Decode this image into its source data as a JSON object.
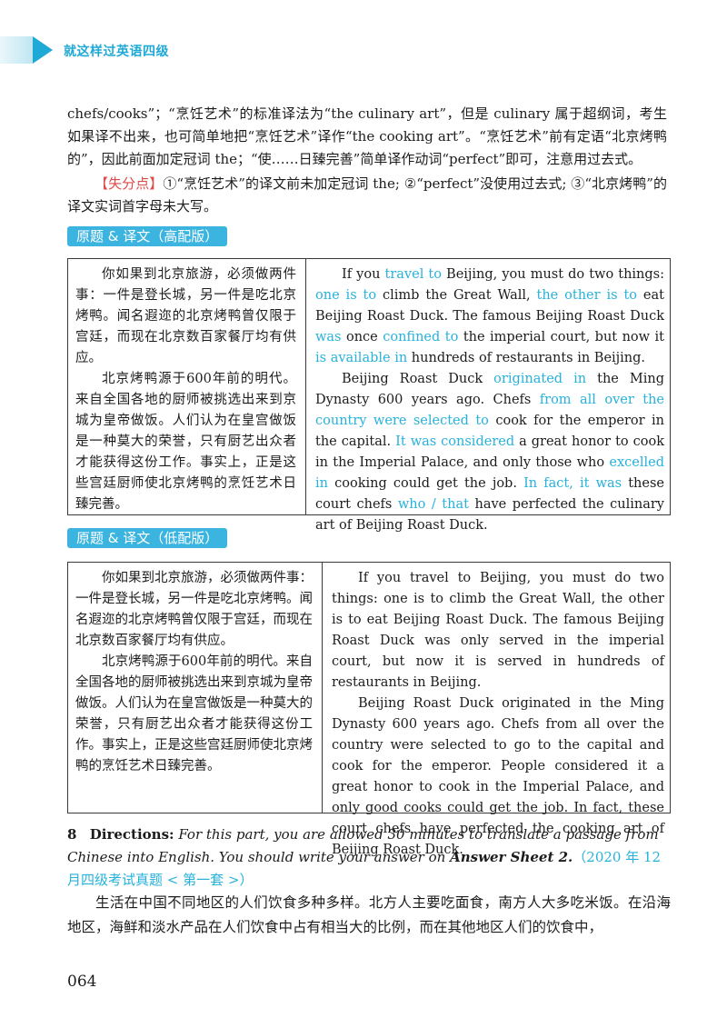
{
  "header": {
    "title": "就这样过英语四级"
  },
  "intro": {
    "line": "chefs/cooks”；“烹饪艺术”的标准译法为“the culinary art”，但是 culinary 属于超纲词，考生如果译不出来，也可简单地把“烹饪艺术”译作“the cooking art”。“烹饪艺术”前有定语“北京烤鸭的”，因此前面加定冠词 the；“使……日臻完善”简单译作动词“perfect”即可，注意用过去式。"
  },
  "loss": {
    "label": "【失分点】",
    "text": "①“烹饪艺术”的译文前未加定冠词 the; ②“perfect”没使用过去式; ③“北京烤鸭”的译文实词首字母未大写。"
  },
  "sec_high": {
    "label": "原题 & 译文（高配版）"
  },
  "high": {
    "cn1": "你如果到北京旅游，必须做两件事：一件是登长城，另一件是吃北京烤鸭。闻名遐迩的北京烤鸭曾仅限于宫廷，而现在北京数百家餐厅均有供应。",
    "cn2": "北京烤鸭源于600年前的明代。来自全国各地的厨师被挑选出来到京城为皇帝做饭。人们认为在皇宫做饭是一种莫大的荣誉，只有厨艺出众者才能获得这份工作。事实上，正是这些宫廷厨师使北京烤鸭的烹饪艺术日臻完善。",
    "en1": [
      {
        "t": "If you ",
        "h": false
      },
      {
        "t": "travel to",
        "h": true
      },
      {
        "t": " Beijing, you must do two things: ",
        "h": false
      },
      {
        "t": "one is to",
        "h": true
      },
      {
        "t": " climb the Great Wall, ",
        "h": false
      },
      {
        "t": "the other is to",
        "h": true
      },
      {
        "t": " eat Beijing Roast Duck. The famous Beijing Roast Duck ",
        "h": false
      },
      {
        "t": "was",
        "h": true
      },
      {
        "t": " once ",
        "h": false
      },
      {
        "t": "confined to",
        "h": true
      },
      {
        "t": " the imperial court, but now it ",
        "h": false
      },
      {
        "t": "is available in",
        "h": true
      },
      {
        "t": " hundreds of restaurants in Beijing.",
        "h": false
      }
    ],
    "en2": [
      {
        "t": "Beijing Roast Duck ",
        "h": false
      },
      {
        "t": "originated in",
        "h": true
      },
      {
        "t": " the Ming Dynasty 600 years ago. Chefs ",
        "h": false
      },
      {
        "t": "from all over the country were selected to",
        "h": true
      },
      {
        "t": " cook for the emperor in the capital. ",
        "h": false
      },
      {
        "t": "It was considered",
        "h": true
      },
      {
        "t": " a great honor to cook in the Imperial Palace, and only those who ",
        "h": false
      },
      {
        "t": "excelled in",
        "h": true
      },
      {
        "t": " cooking could get the job. ",
        "h": false
      },
      {
        "t": "In fact, it was",
        "h": true
      },
      {
        "t": " these court chefs ",
        "h": false
      },
      {
        "t": "who / that",
        "h": true
      },
      {
        "t": " have perfected the culinary art of Beijing Roast Duck.",
        "h": false
      }
    ]
  },
  "sec_low": {
    "label": "原题 & 译文（低配版）"
  },
  "low": {
    "cn1": "你如果到北京旅游，必须做两件事：一件是登长城，另一件是吃北京烤鸭。闻名遐迩的北京烤鸭曾仅限于宫廷，而现在北京数百家餐厅均有供应。",
    "cn2": "北京烤鸭源于600年前的明代。来自全国各地的厨师被挑选出来到京城为皇帝做饭。人们认为在皇宫做饭是一种莫大的荣誉，只有厨艺出众者才能获得这份工作。事实上，正是这些宫廷厨师使北京烤鸭的烹饪艺术日臻完善。",
    "en1": "If you travel to Beijing, you must do two things: one is to climb the Great Wall, the other is to eat Beijing Roast Duck. The famous Beijing Roast Duck was only served in the imperial court, but now it is served in hundreds of restaurants in Beijing.",
    "en2": "Beijing Roast Duck originated in the Ming Dynasty 600 years ago. Chefs from all over the country were selected to go to the capital and cook for the emperor. People considered it a great honor to cook in the Imperial Palace, and only good cooks could get the job. In fact, these court chefs have perfected the cooking art of Beijing Roast Duck."
  },
  "q8": {
    "num": "8",
    "label": "Directions:",
    "text1": "For this part, you are allowed 30 minutes to translate a passage from Chinese into English. You should write your answer on ",
    "sheet": "Answer Sheet 2.",
    "source": "（2020 年 12 月四级考试真题 < 第一套 >）",
    "body": "生活在中国不同地区的人们饮食多种多样。北方人主要吃面食，南方人大多吃米饭。在沿海地区，海鲜和淡水产品在人们饮食中占有相当大的比例，而在其他地区人们的饮食中，"
  },
  "page": {
    "number": "064"
  },
  "colors": {
    "accent": "#27b2dc",
    "loss": "#e04a4a",
    "label_bg": "#3bb5e0"
  }
}
